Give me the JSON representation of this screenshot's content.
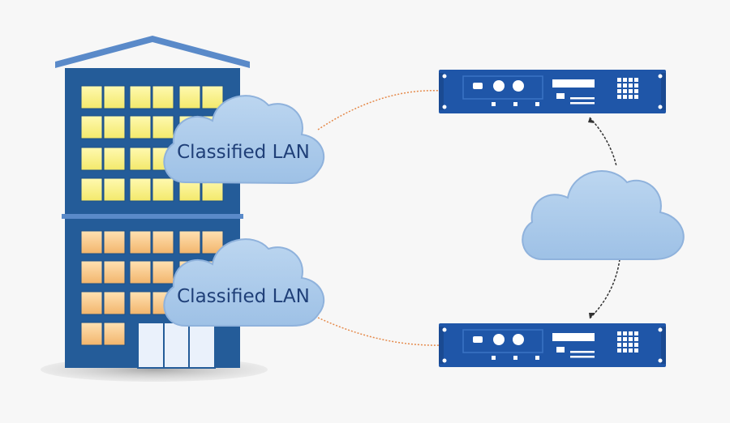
{
  "building": {
    "top_clouds_label": "Classified LAN",
    "bottom_clouds_label": "Classified LAN"
  },
  "colors": {
    "building": "#245c99",
    "roof": "#5a8ac9",
    "window_upper": "#f5f27a",
    "window_lower": "#f6c07d",
    "cloud": "#a9c8e8",
    "cloud_stroke": "#8fb2dc",
    "device": "#1f56a8",
    "link_orange": "#e58a4b",
    "link_dark": "#333333"
  },
  "labels": {
    "upper_cloud": "Classified LAN",
    "lower_cloud": "Classified LAN"
  }
}
